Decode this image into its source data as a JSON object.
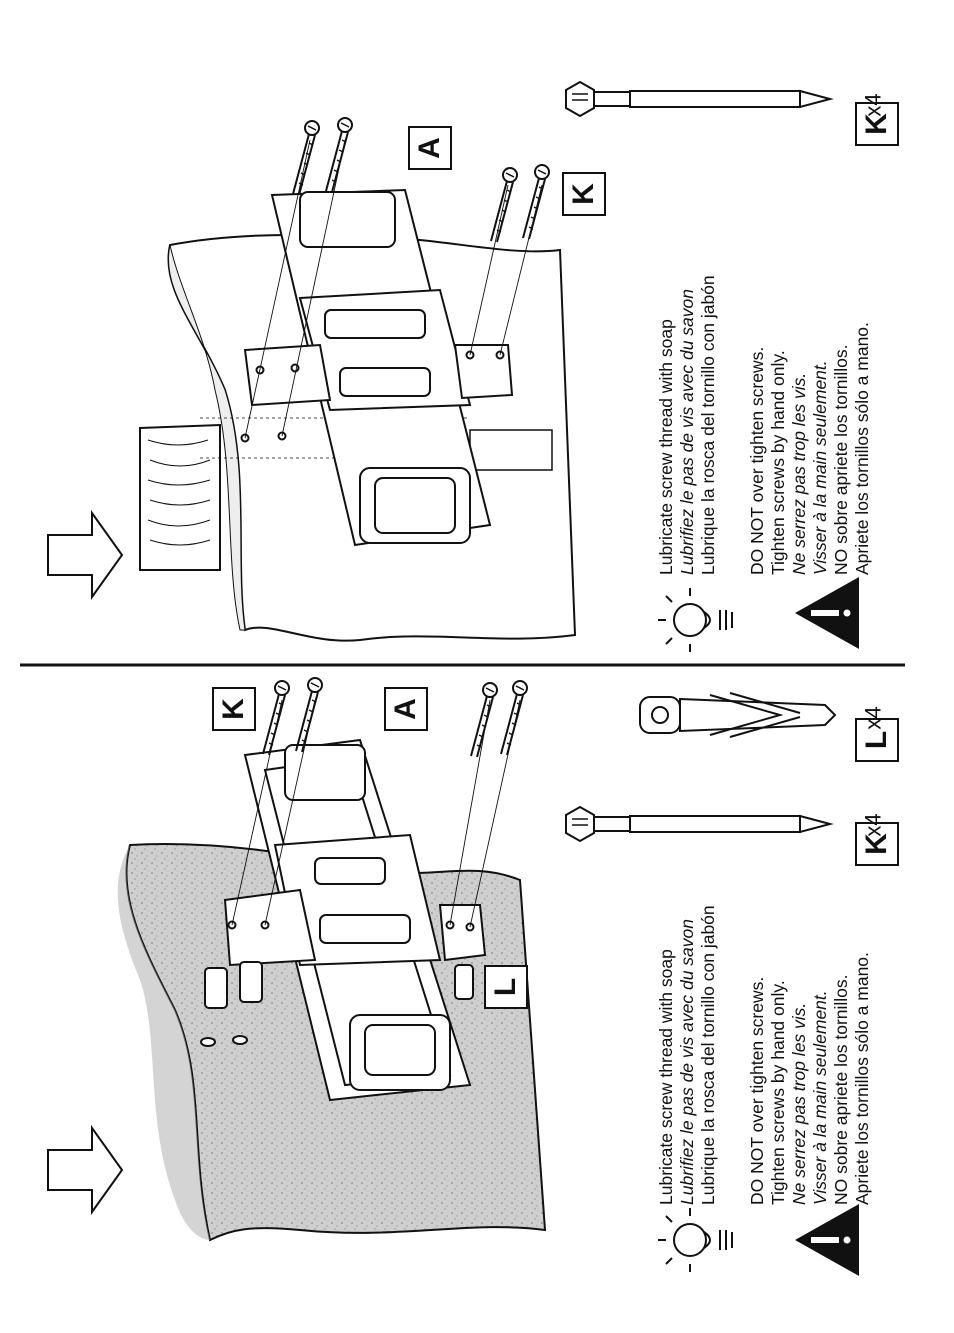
{
  "instructions": {
    "lubricate": [
      "Lubricate screw  thread with soap",
      "Lubrifiez le pas de vis avec du savon",
      "Lubrique la rosca del tornillo con jabón"
    ],
    "warning": [
      "DO NOT over tighten screws.",
      "Tighten screws by hand only.",
      "Ne serrez pas trop les vis.",
      "Visser à la main seulement.",
      "NO sobre apriete los tornillos.",
      "Apriete los tornillos sólo a mano."
    ]
  },
  "parts": {
    "k_label": "K",
    "l_label": "L",
    "a_label": "A",
    "k_qty": "x4",
    "l_qty": "x4"
  },
  "colors": {
    "ink": "#111111",
    "concrete": "#c8c8c8",
    "paper": "#ffffff"
  },
  "icons": [
    "arrow-right-icon",
    "lightbulb-icon",
    "warning-triangle-icon",
    "screw-icon",
    "wall-anchor-icon"
  ]
}
